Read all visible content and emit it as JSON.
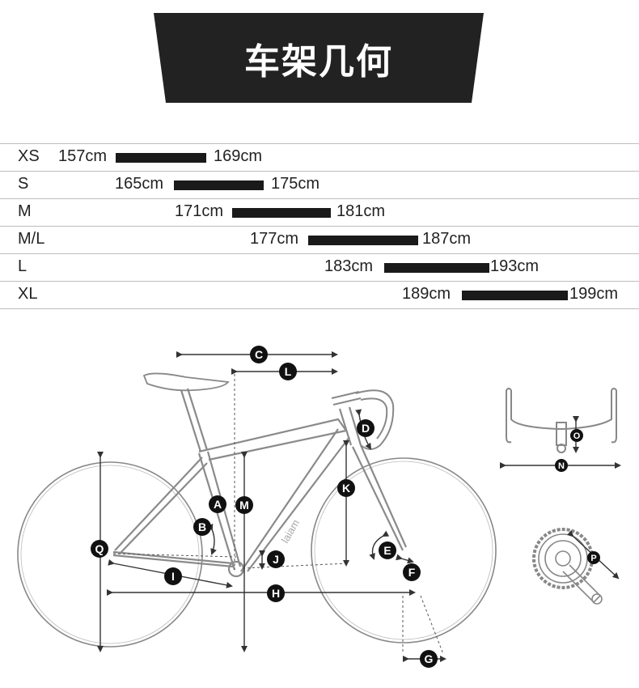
{
  "banner": {
    "title": "车架几何"
  },
  "sizes": [
    {
      "label": "XS",
      "min": "157cm",
      "max": "169cm"
    },
    {
      "label": "S",
      "min": "165cm",
      "max": "175cm"
    },
    {
      "label": "M",
      "min": "171cm",
      "max": "181cm"
    },
    {
      "label": "M/L",
      "min": "177cm",
      "max": "187cm"
    },
    {
      "label": "L",
      "min": "183cm",
      "max": "193cm"
    },
    {
      "label": "XL",
      "min": "189cm",
      "max": "199cm"
    }
  ],
  "callouts": {
    "A": "A",
    "B": "B",
    "C": "C",
    "D": "D",
    "E": "E",
    "F": "F",
    "G": "G",
    "H": "H",
    "I": "I",
    "J": "J",
    "K": "K",
    "L": "L",
    "M": "M",
    "N": "N",
    "O": "O",
    "P": "P",
    "Q": "Q"
  },
  "frame_brand_text": "laiam",
  "colors": {
    "banner": "#222222",
    "bar": "#1a1a1a",
    "line": "#555555",
    "callout": "#111111"
  }
}
